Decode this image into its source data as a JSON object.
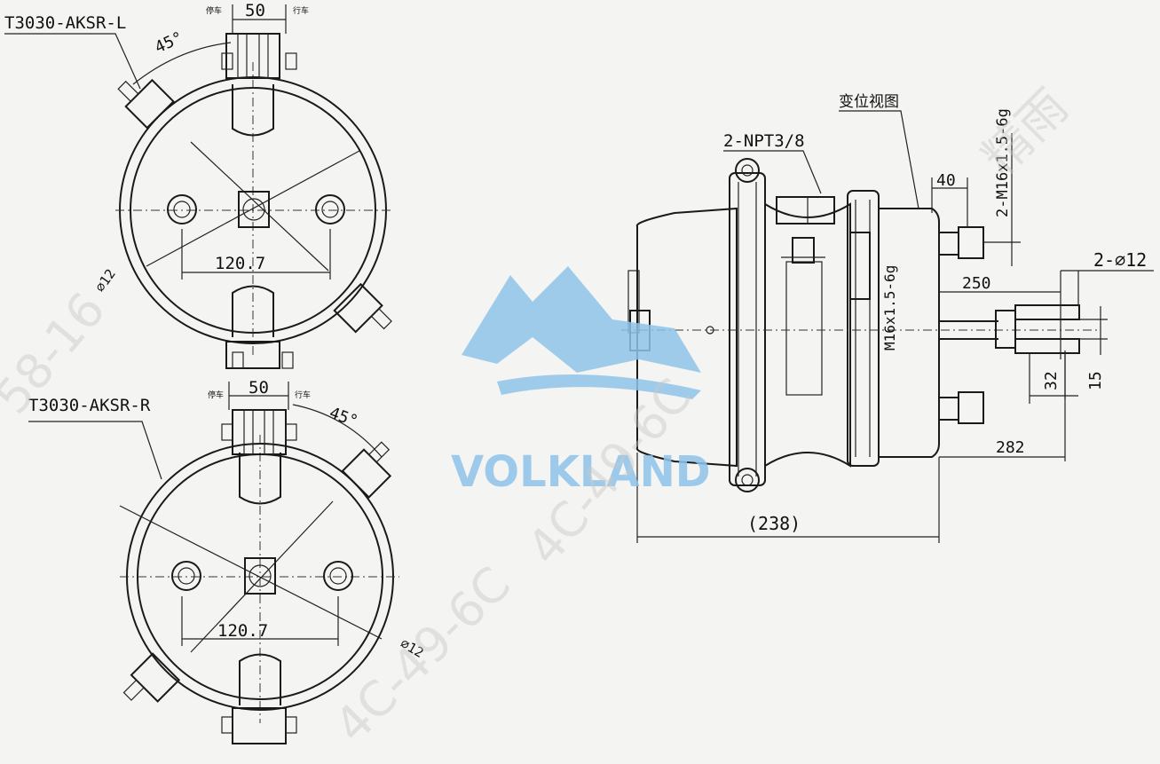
{
  "top_view": {
    "model": "T3030-AKSR-L",
    "spacing": "50",
    "angle": "45°",
    "park_mark": "停车",
    "drive_mark": "行车",
    "bolt_span": "120.7",
    "hole": "⌀12"
  },
  "bottom_view": {
    "model": "T3030-AKSR-R",
    "spacing": "50",
    "angle": "45°",
    "park_mark": "停车",
    "drive_mark": "行车",
    "bolt_span": "120.7",
    "hole": "⌀12"
  },
  "side_view": {
    "variant_view": "变位视图",
    "port": "2-NPT3/8",
    "mount_thread": "2-M16x1.5-6g",
    "rod_thread": "M16x1.5-6g",
    "dim_40": "40",
    "clevis_holes": "2-⌀12",
    "dim_250": "250",
    "dim_32": "32",
    "dim_15": "15",
    "dim_282": "282",
    "overall": "(238)"
  },
  "watermark": {
    "brand": "VOLKLAND",
    "code": "4C-49-6C",
    "code2": "58-16",
    "mark": "精雨"
  },
  "colors": {
    "brand_blue": "#8fc3ea",
    "ink": "#1a1a1a",
    "paper": "#f4f4f2"
  }
}
